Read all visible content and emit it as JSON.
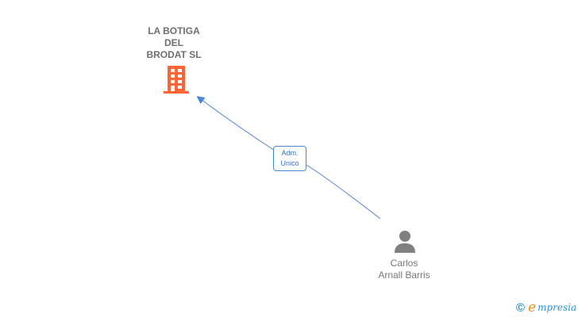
{
  "company": {
    "name_lines": [
      "LA BOTIGA",
      "DEL",
      "BRODAT SL"
    ],
    "icon": "building-icon",
    "color": "#ff6633"
  },
  "relationship": {
    "role_lines": [
      "Adm.",
      "Unico"
    ],
    "edge_color": "#4a86d8"
  },
  "person": {
    "name_lines": [
      "Carlos",
      "Arnall Barris"
    ],
    "icon": "person-icon",
    "color": "#808080"
  },
  "brand": {
    "copyright": "©",
    "e_letter": "e",
    "rest": "mpresia"
  }
}
